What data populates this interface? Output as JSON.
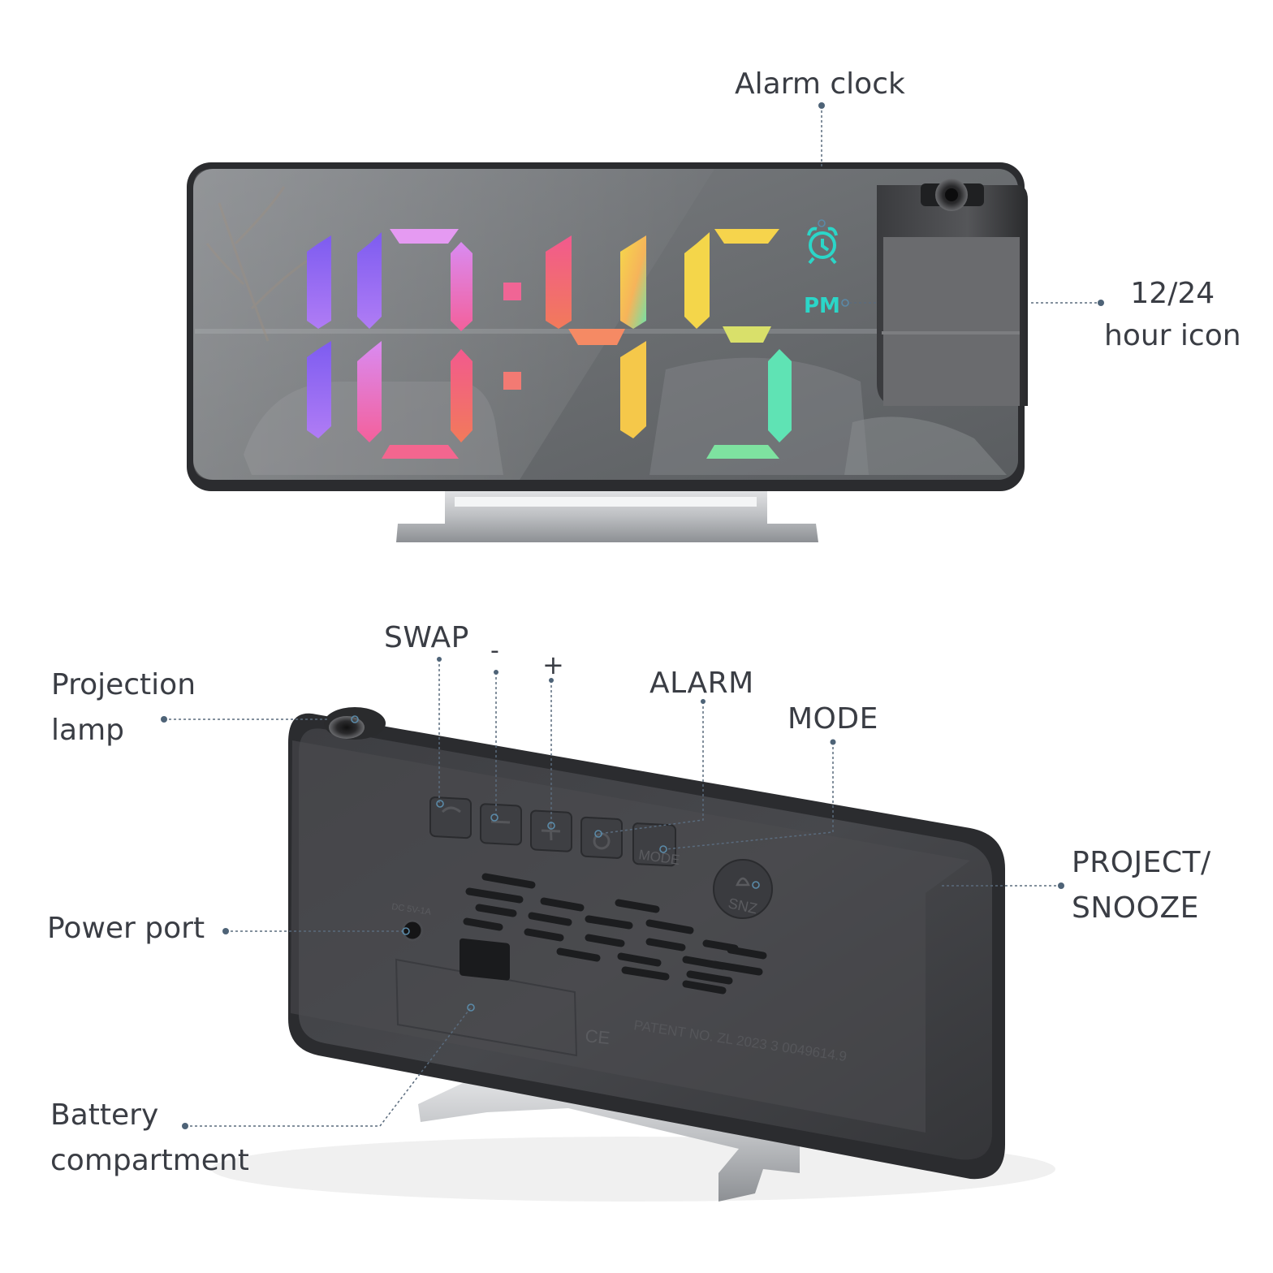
{
  "clock_display": {
    "time_top": "10:45",
    "time_bottom": "10:45",
    "meridiem": "PM",
    "alarm_icon": "alarm-clock-icon"
  },
  "callouts": {
    "alarm_clock": "Alarm clock",
    "hour_icon_line1": "12/24",
    "hour_icon_line2": "hour icon",
    "projection_lamp_line1": "Projection",
    "projection_lamp_line2": "lamp",
    "swap": "SWAP",
    "minus": "-",
    "plus": "+",
    "alarm": "ALARM",
    "mode": "MODE",
    "project_snooze_line1": "PROJECT/",
    "project_snooze_line2": "SNOOZE",
    "power_port": "Power port",
    "battery_line1": "Battery",
    "battery_line2": "compartment"
  },
  "back_panel": {
    "mode_key": "MODE",
    "snz_key": "SNZ",
    "power_rating": "DC 5V-1A",
    "ce_mark": "CE",
    "patent": "PATENT NO.  ZL 2023 3 0049614.9"
  },
  "colors": {
    "label_text": "#3a3d44",
    "leader_line": "#5a6b7d",
    "leader_dot": "#4e6377",
    "accent_cyan": "#2bd6c8"
  }
}
